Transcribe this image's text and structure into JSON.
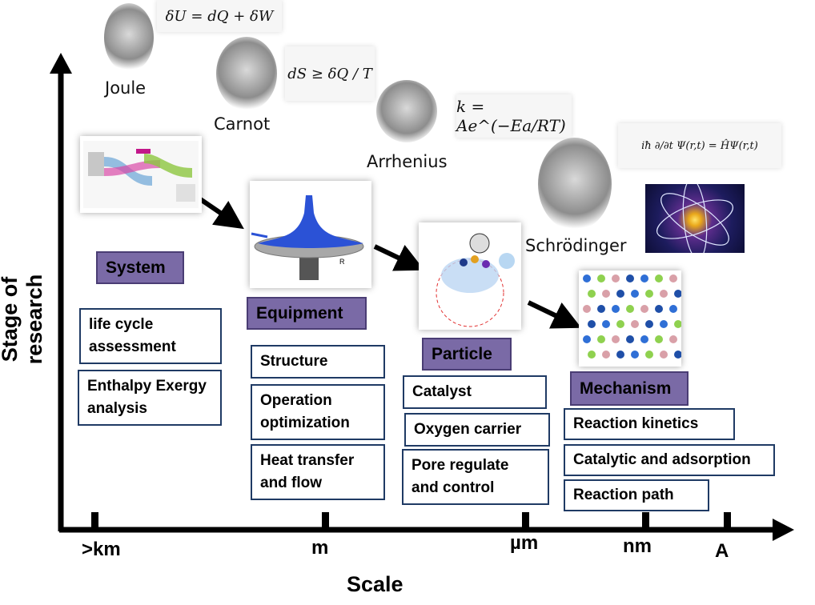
{
  "axes": {
    "y_label": "Stage of research",
    "x_label": "Scale",
    "ticks": [
      ">km",
      "m",
      "µm",
      "nm",
      "A"
    ]
  },
  "scientists": [
    {
      "name": "Joule",
      "formula": "δU = dQ + δW"
    },
    {
      "name": "Carnot",
      "formula": "dS ≥ δQ / T"
    },
    {
      "name": "Arrhenius",
      "formula": "k = Ae^(−Ea/RT)"
    },
    {
      "name": "Schrödinger",
      "formula": "iħ ∂/∂t Ψ(r,t) = ĤΨ(r,t)"
    }
  ],
  "stages": [
    {
      "label": "System",
      "items": [
        "life cycle assessment",
        "Enthalpy Exergy analysis"
      ]
    },
    {
      "label": "Equipment",
      "items": [
        "Structure",
        "Operation optimization",
        "Heat transfer and flow"
      ]
    },
    {
      "label": "Particle",
      "items": [
        "Catalyst",
        "Oxygen carrier",
        "Pore regulate and control"
      ]
    },
    {
      "label": "Mechanism",
      "items": [
        "Reaction kinetics",
        "Catalytic and adsorption",
        "Reaction path"
      ]
    }
  ],
  "colors": {
    "stage_fill": "#7a6aa6",
    "box_border": "#1f3a64",
    "axis": "#000000"
  }
}
